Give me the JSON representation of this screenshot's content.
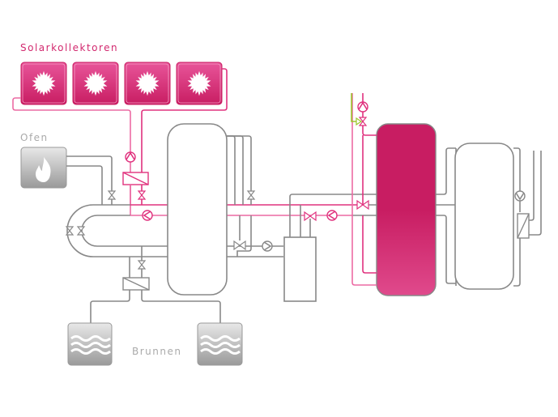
{
  "labels": {
    "solar": "Solarkollektoren",
    "ofen": "Ofen",
    "brunnen": "Brunnen"
  },
  "colors": {
    "solar_pipe": "#e0327e",
    "return_pipe": "#888888",
    "accent_green": "#9dc62d",
    "tank_fill": "#c81d62"
  },
  "icons": [
    "sun-icon",
    "flame-icon",
    "water-waves-icon",
    "pump-icon",
    "valve-icon",
    "heat-exchanger-icon"
  ]
}
